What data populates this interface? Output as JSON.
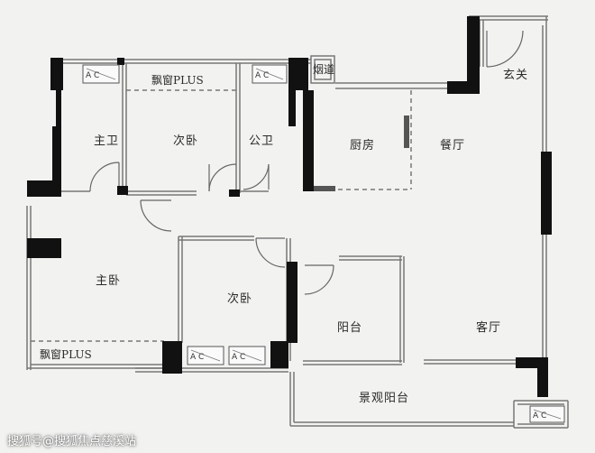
{
  "rooms": {
    "master_bath": "主卫",
    "bedroom_top": "次卧",
    "bay_window_top": "飘窗PLUS",
    "public_bath": "公卫",
    "flue": "烟道",
    "kitchen": "厨房",
    "dining": "餐厅",
    "entrance": "玄关",
    "master_bedroom": "主卧",
    "bay_window_bottom": "飘窗PLUS",
    "bedroom_bottom": "次卧",
    "balcony": "阳台",
    "living_room": "客厅",
    "landscape_balcony": "景观阳台"
  },
  "ac_units": [
    {
      "label": "A C"
    },
    {
      "label": "A C"
    },
    {
      "label": "A C"
    },
    {
      "label": "A C"
    },
    {
      "label": "A C"
    }
  ],
  "watermark": "搜狐号@搜狐焦点慈溪站",
  "colors": {
    "wall": "#111111",
    "thin_wall": "#777777",
    "background": "#f2f2f0"
  }
}
